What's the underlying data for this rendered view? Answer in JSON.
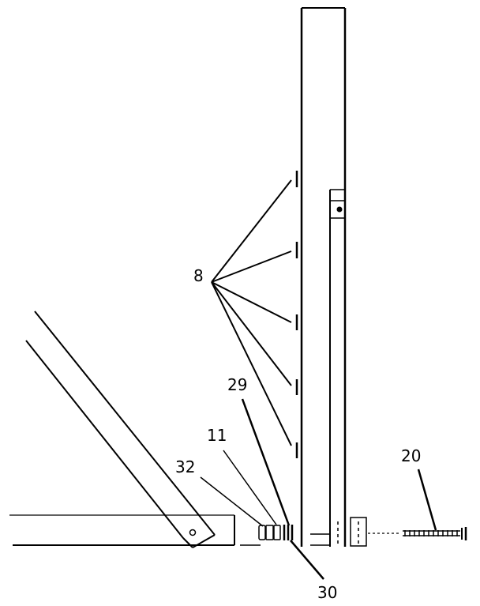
{
  "labels": {
    "l8": "8",
    "l29": "29",
    "l11": "11",
    "l32": "32",
    "l20": "20",
    "l30": "30"
  }
}
